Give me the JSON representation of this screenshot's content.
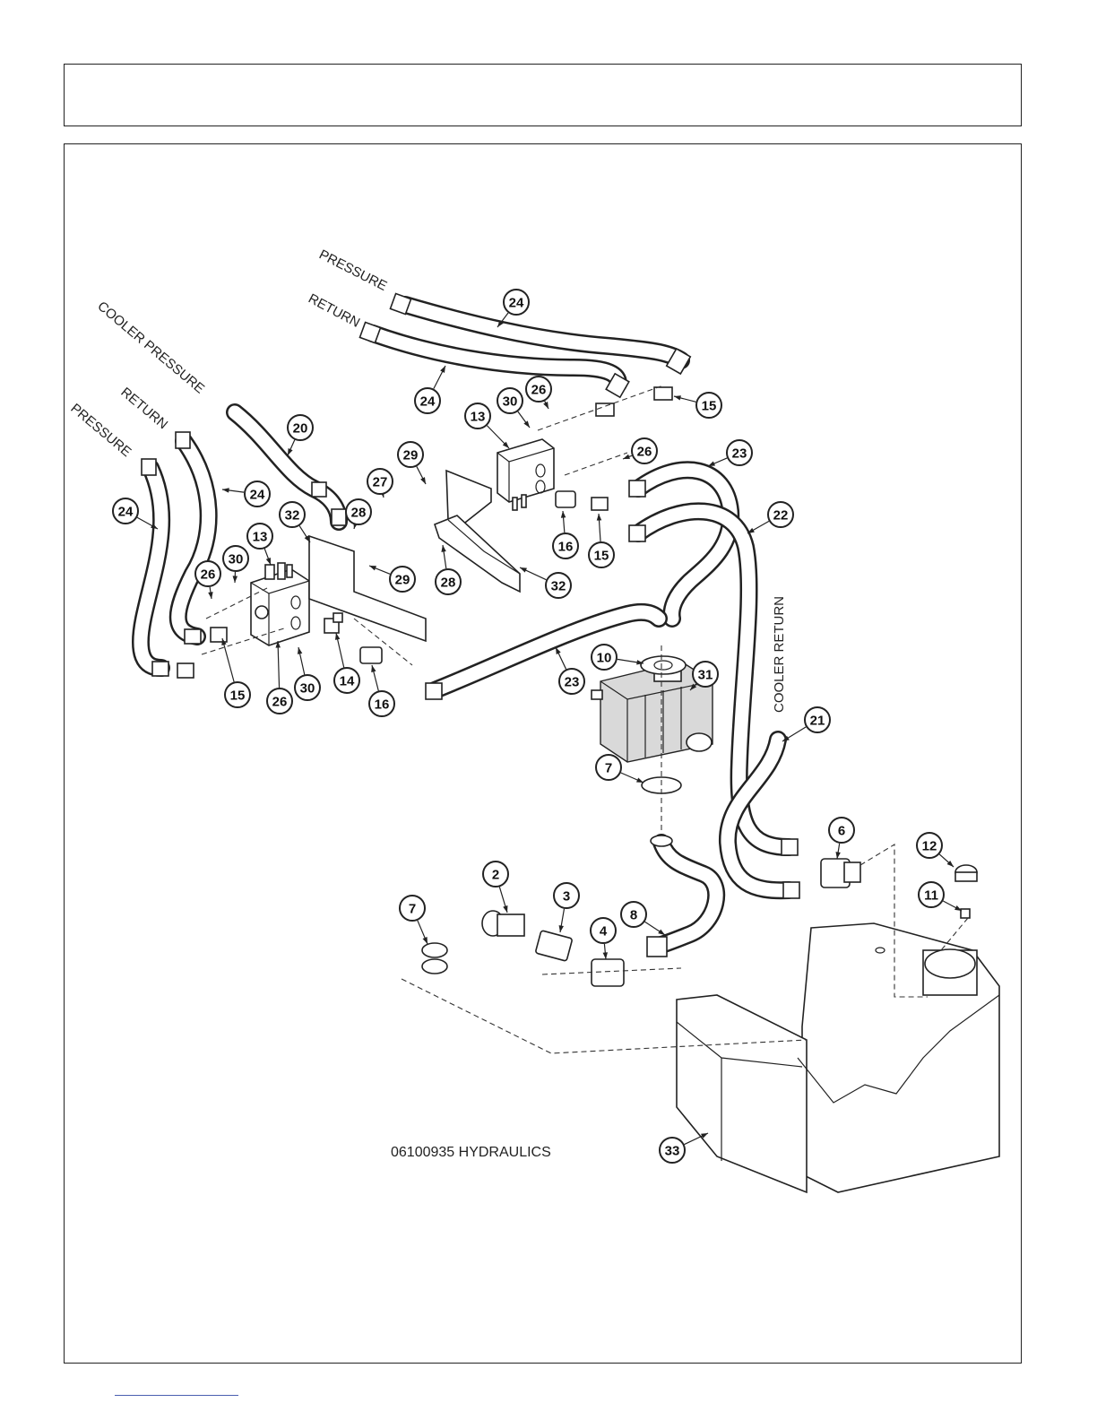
{
  "diagram": {
    "caption": "06100935 HYDRAULICS",
    "hose_labels": {
      "pressure_top": "PRESSURE",
      "return_top": "RETURN",
      "cooler_pressure": "COOLER PRESSURE",
      "return_left": "RETURN",
      "pressure_left": "PRESSURE",
      "cooler_return": "COOLER RETURN"
    },
    "callouts": [
      {
        "id": "c24a",
        "label": "24"
      },
      {
        "id": "c24b",
        "label": "24"
      },
      {
        "id": "c15a",
        "label": "15"
      },
      {
        "id": "c26a",
        "label": "26"
      },
      {
        "id": "c30a",
        "label": "30"
      },
      {
        "id": "c13a",
        "label": "13"
      },
      {
        "id": "c20",
        "label": "20"
      },
      {
        "id": "c29a",
        "label": "29"
      },
      {
        "id": "c26b",
        "label": "26"
      },
      {
        "id": "c23a",
        "label": "23"
      },
      {
        "id": "c24c",
        "label": "24"
      },
      {
        "id": "c24d",
        "label": "24"
      },
      {
        "id": "c27",
        "label": "27"
      },
      {
        "id": "c22",
        "label": "22"
      },
      {
        "id": "c32a",
        "label": "32"
      },
      {
        "id": "c28a",
        "label": "28"
      },
      {
        "id": "c13b",
        "label": "13"
      },
      {
        "id": "c30b",
        "label": "30"
      },
      {
        "id": "c26c",
        "label": "26"
      },
      {
        "id": "c29b",
        "label": "29"
      },
      {
        "id": "c28b",
        "label": "28"
      },
      {
        "id": "c32b",
        "label": "32"
      },
      {
        "id": "c16a",
        "label": "16"
      },
      {
        "id": "c15b",
        "label": "15"
      },
      {
        "id": "c10",
        "label": "10"
      },
      {
        "id": "c31",
        "label": "31"
      },
      {
        "id": "c23b",
        "label": "23"
      },
      {
        "id": "c15c",
        "label": "15"
      },
      {
        "id": "c26d",
        "label": "26"
      },
      {
        "id": "c30c",
        "label": "30"
      },
      {
        "id": "c14",
        "label": "14"
      },
      {
        "id": "c16b",
        "label": "16"
      },
      {
        "id": "c21",
        "label": "21"
      },
      {
        "id": "c7a",
        "label": "7"
      },
      {
        "id": "c6",
        "label": "6"
      },
      {
        "id": "c12",
        "label": "12"
      },
      {
        "id": "c2",
        "label": "2"
      },
      {
        "id": "c3",
        "label": "3"
      },
      {
        "id": "c11",
        "label": "11"
      },
      {
        "id": "c7b",
        "label": "7"
      },
      {
        "id": "c8",
        "label": "8"
      },
      {
        "id": "c4",
        "label": "4"
      },
      {
        "id": "c33",
        "label": "33"
      }
    ]
  }
}
